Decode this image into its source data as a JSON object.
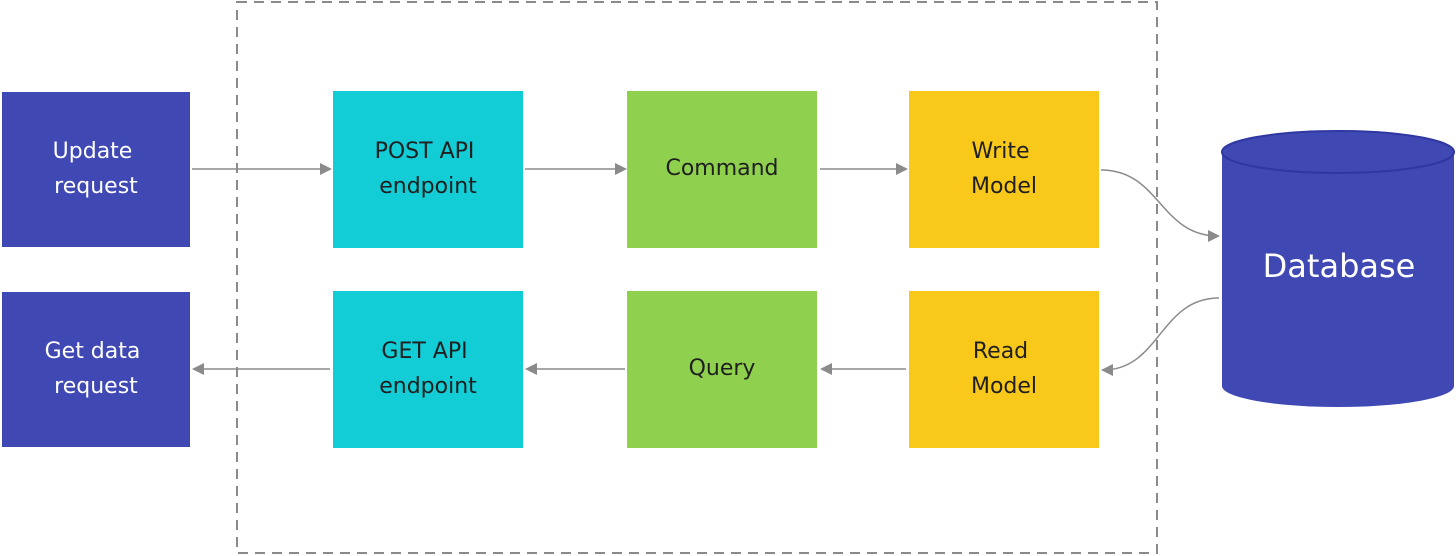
{
  "nodes": {
    "update_request": {
      "lines": [
        "Update",
        "request"
      ]
    },
    "get_data_request": {
      "lines": [
        "Get data",
        "request"
      ]
    },
    "post_api": {
      "lines": [
        "POST API",
        "endpoint"
      ]
    },
    "get_api": {
      "lines": [
        "GET API",
        "endpoint"
      ]
    },
    "command": {
      "lines": [
        "Command"
      ]
    },
    "query": {
      "lines": [
        "Query"
      ]
    },
    "write_model": {
      "lines": [
        "Write",
        "Model"
      ]
    },
    "read_model": {
      "lines": [
        "Read",
        "Model"
      ]
    },
    "database": {
      "label": "Database"
    }
  },
  "colors": {
    "client": "#3f48b3",
    "api": "#12ccd6",
    "handler": "#8fd14f",
    "model": "#f8c81a",
    "database": "#3f48b3",
    "database_top": "#4a54c2",
    "arrow": "#8a8a8a",
    "boundary": "#8a8a8a",
    "text_light": "#ffffff",
    "text_dark": "#1f1f1f"
  }
}
